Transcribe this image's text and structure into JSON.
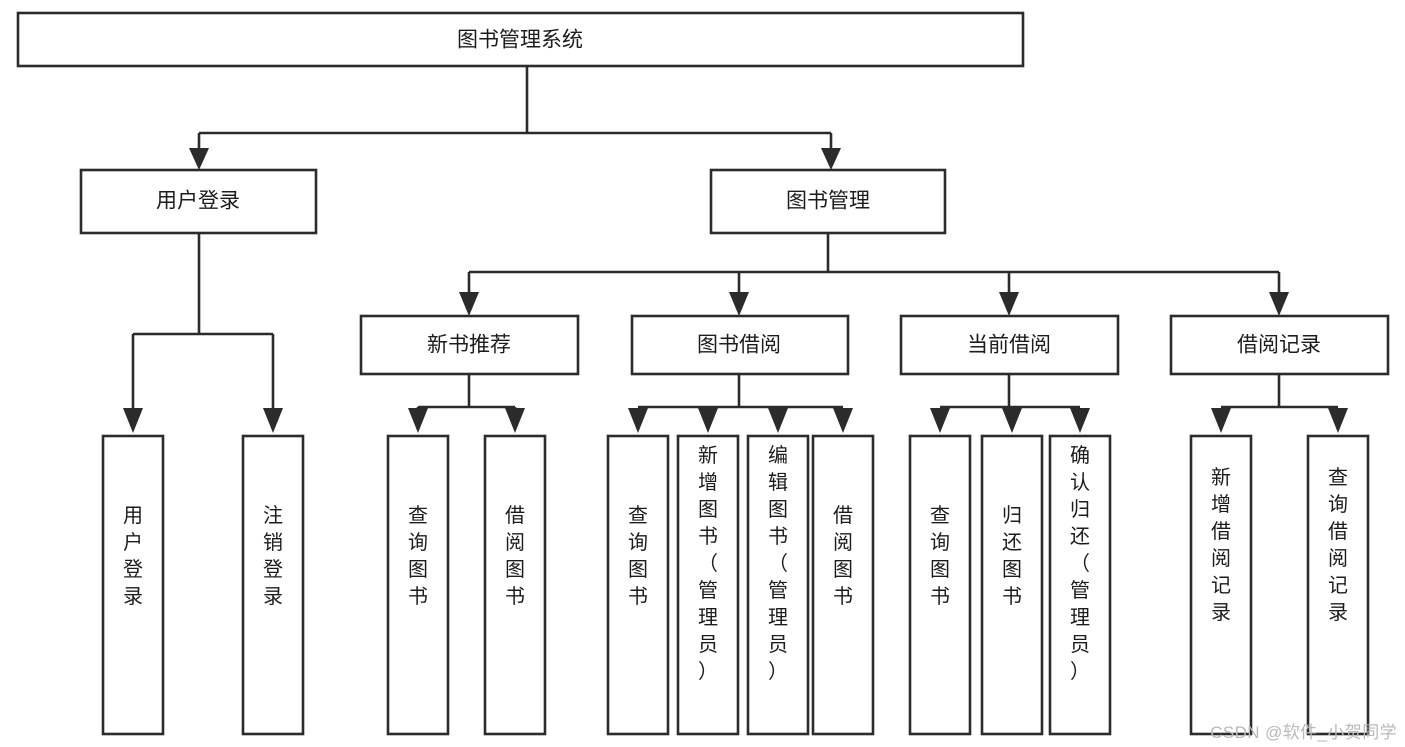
{
  "diagram": {
    "type": "tree",
    "title": "图书管理系统",
    "orientation": "top-down",
    "colors": {
      "box_fill": "#ffffff",
      "box_stroke": "#2b2b2b",
      "text": "#1c1c1c",
      "background": "#ffffff",
      "watermark": "#b9b9b9"
    },
    "levels": [
      {
        "level": 1,
        "nodes": [
          {
            "id": "root",
            "label": "图书管理系统",
            "orientation": "horizontal"
          }
        ]
      },
      {
        "level": 2,
        "nodes": [
          {
            "id": "login",
            "label": "用户登录",
            "orientation": "horizontal",
            "parent": "root"
          },
          {
            "id": "bookmgmt",
            "label": "图书管理",
            "orientation": "horizontal",
            "parent": "root"
          }
        ]
      },
      {
        "level": 3,
        "nodes": [
          {
            "id": "newbook",
            "label": "新书推荐",
            "orientation": "horizontal",
            "parent": "bookmgmt"
          },
          {
            "id": "borrow",
            "label": "图书借阅",
            "orientation": "horizontal",
            "parent": "bookmgmt"
          },
          {
            "id": "current",
            "label": "当前借阅",
            "orientation": "horizontal",
            "parent": "bookmgmt"
          },
          {
            "id": "records",
            "label": "借阅记录",
            "orientation": "horizontal",
            "parent": "bookmgmt"
          }
        ]
      },
      {
        "level": 4,
        "nodes": [
          {
            "id": "leaf-1",
            "label": "用户登录",
            "orientation": "vertical",
            "parent": "login"
          },
          {
            "id": "leaf-2",
            "label": "注销登录",
            "orientation": "vertical",
            "parent": "login"
          },
          {
            "id": "leaf-3",
            "label": "查询图书",
            "orientation": "vertical",
            "parent": "newbook"
          },
          {
            "id": "leaf-4",
            "label": "借阅图书",
            "orientation": "vertical",
            "parent": "newbook"
          },
          {
            "id": "leaf-5",
            "label": "查询图书",
            "orientation": "vertical",
            "parent": "borrow"
          },
          {
            "id": "leaf-6",
            "label": "新增图书（管理员）",
            "orientation": "vertical",
            "parent": "borrow"
          },
          {
            "id": "leaf-7",
            "label": "编辑图书（管理员）",
            "orientation": "vertical",
            "parent": "borrow"
          },
          {
            "id": "leaf-8",
            "label": "借阅图书",
            "orientation": "vertical",
            "parent": "borrow"
          },
          {
            "id": "leaf-9",
            "label": "查询图书",
            "orientation": "vertical",
            "parent": "current"
          },
          {
            "id": "leaf-10",
            "label": "归还图书",
            "orientation": "vertical",
            "parent": "current"
          },
          {
            "id": "leaf-11",
            "label": "确认归还（管理员）",
            "orientation": "vertical",
            "parent": "current"
          },
          {
            "id": "leaf-12",
            "label": "新增借阅记录",
            "orientation": "vertical",
            "parent": "records"
          },
          {
            "id": "leaf-13",
            "label": "查询借阅记录",
            "orientation": "vertical",
            "parent": "records"
          }
        ]
      }
    ]
  },
  "watermark": {
    "text": "CSDN @软件_小贺同学"
  }
}
